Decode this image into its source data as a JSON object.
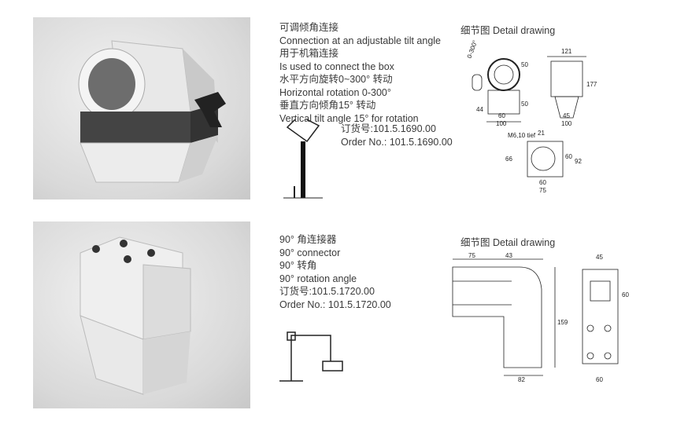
{
  "products": [
    {
      "lines": [
        "可调倾角连接",
        "Connection at an adjustable tilt angle",
        "用于机箱连接",
        "Is used to connect the box",
        "水平方向旋转0~300° 转动",
        "Horizontal rotation 0-300°",
        "垂直方向倾角15° 转动",
        "Vertical tilt angle 15°  for rotation"
      ],
      "order_cn": "订货号:101.5.1690.00",
      "order_en": "Order No.: 101.5.1690.00",
      "detail_title": "细节图 Detail drawing",
      "dims": {
        "angle": "0-300°",
        "h1": "50",
        "h2": "50",
        "w44": "44",
        "w60": "60",
        "w100": "100",
        "w121": "121",
        "h177": "177",
        "w45": "45",
        "w100b": "100",
        "thread": "M6,10 tief",
        "w21": "21",
        "h66": "66",
        "h60": "60",
        "h92": "92",
        "w60b": "60",
        "w75": "75"
      }
    },
    {
      "lines": [
        "90° 角连接器",
        "90°  connector",
        "90° 转角",
        "90°  rotation angle"
      ],
      "order_cn": "订货号:101.5.1720.00",
      "order_en": "Order No.: 101.5.1720.00",
      "detail_title": "细节图 Detail drawing",
      "dims": {
        "w75": "75",
        "w43": "43",
        "h159": "159",
        "w82": "82",
        "w45": "45",
        "h60": "60",
        "w60": "60"
      }
    }
  ]
}
